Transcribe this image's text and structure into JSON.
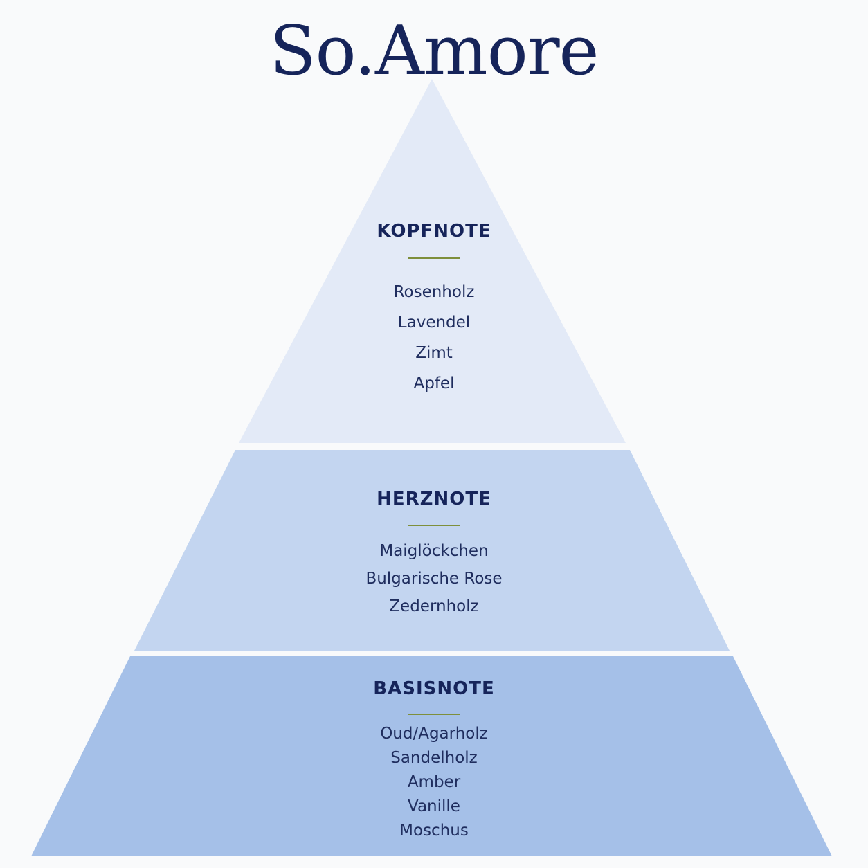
{
  "title": "So.Amore",
  "colors": {
    "background": "#f9fafb",
    "text": "#16245a",
    "divider": "#7e8f3b",
    "tier_top": "#e3eaf7",
    "tier_middle": "#c3d5f0",
    "tier_base": "#a5c0e8"
  },
  "pyramid": {
    "top": {
      "heading": "KOPFNOTE",
      "items": [
        "Rosenholz",
        "Lavendel",
        "Zimt",
        "Apfel"
      ]
    },
    "middle": {
      "heading": "HERZNOTE",
      "items": [
        "Maiglöckchen",
        "Bulgarische Rose",
        "Zedernholz"
      ]
    },
    "base": {
      "heading": "BASISNOTE",
      "items": [
        "Oud/Agarholz",
        "Sandelholz",
        "Amber",
        "Vanille",
        "Moschus"
      ]
    }
  }
}
